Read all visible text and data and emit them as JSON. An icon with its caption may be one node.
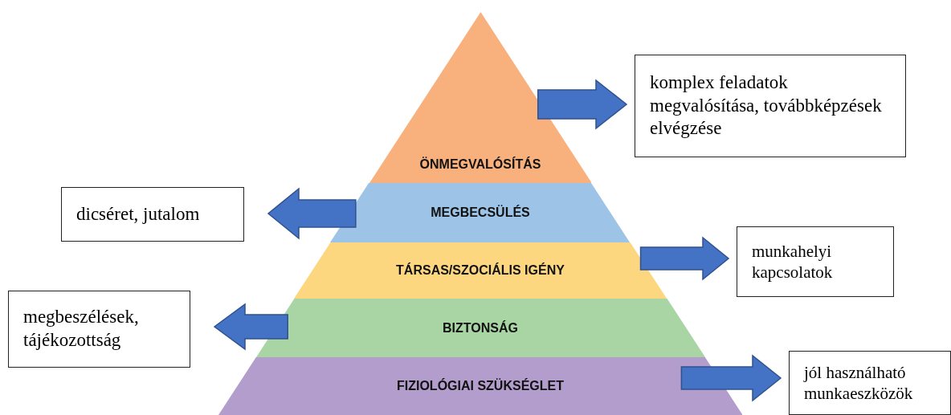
{
  "diagram": {
    "nodes": [
      {
        "text": [
          "ÖNMEGVALÓSÍTÁS"
        ]
      },
      {
        "text": [
          "MEGBECSÜLÉS"
        ]
      },
      {
        "text": [
          "TÁRSAS/SZOCIÁLIS IGÉNY"
        ]
      },
      {
        "text": [
          "BIZTONSÁG"
        ]
      },
      {
        "text": [
          "FIZIOLÓGIAI SZÜKSÉGLET"
        ]
      },
      {
        "text": [
          "komplex feladatok megvalósítása, továbbképzések elvégzése"
        ]
      },
      {
        "text": [
          "dicséret, jutalom"
        ]
      },
      {
        "text": [
          "munkahelyi kapcsolatok"
        ]
      },
      {
        "text": [
          "megbeszélések, tájékozottság"
        ]
      },
      {
        "text": [
          "jól használható munkaeszközök"
        ]
      }
    ],
    "edges": [
      {
        "from": 0,
        "to": 5,
        "arrow": "to"
      },
      {
        "from": 1,
        "to": 6,
        "arrow": "to"
      },
      {
        "from": 2,
        "to": 7,
        "arrow": "to"
      },
      {
        "from": 3,
        "to": 8,
        "arrow": "to"
      },
      {
        "from": 4,
        "to": 9,
        "arrow": "to"
      }
    ]
  }
}
